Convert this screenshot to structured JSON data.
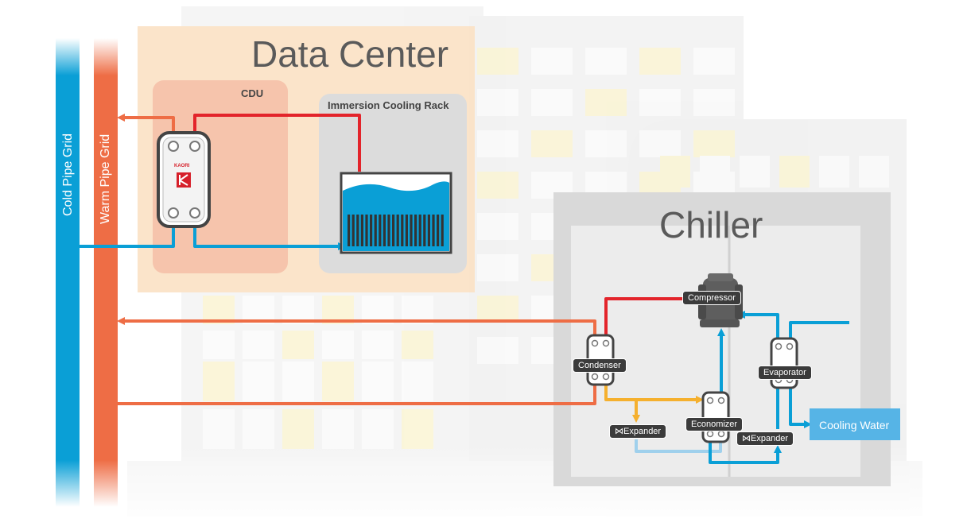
{
  "pipes": {
    "cold_label": "Cold Pipe Grid",
    "warm_label": "Warm Pipe Grid"
  },
  "data_center": {
    "title": "Data Center",
    "cdu_label": "CDU",
    "rack_label": "Immersion Cooling Rack",
    "brand": "KAORI"
  },
  "chiller": {
    "title": "Chiller",
    "compressor": "Compressor",
    "condenser": "Condenser",
    "evaporator": "Evaporator",
    "economizer": "Economizer",
    "expander_left": "⋈Expander",
    "expander_right": "⋈Expander",
    "cooling_water": "Cooling Water"
  },
  "colors": {
    "cold": "#0a9fd6",
    "warm": "#ee6d45",
    "hot": "#e3242b",
    "refrigerant": "#f5b02e",
    "light_return": "#9fd0ec",
    "cooling_water": "#56b4e6",
    "data_center_bg": "#fbe2c5",
    "cdu_bg": "#f6c4ac",
    "rack_bg": "#dfdfdf",
    "chiller_bg": "#dadada",
    "brand_red": "#d6202a"
  }
}
